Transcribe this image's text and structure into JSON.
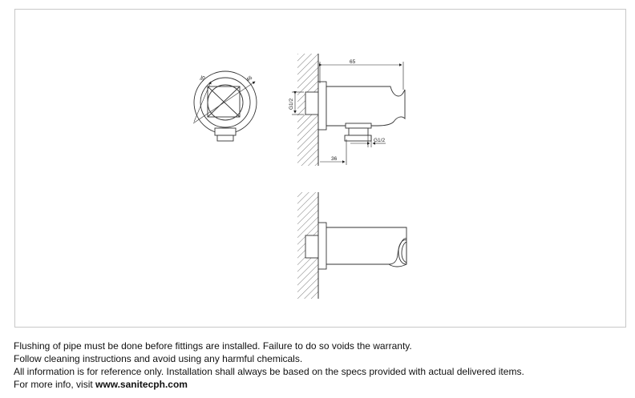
{
  "drawing": {
    "front_view": {
      "dim_inner": "35",
      "dim_outer": "46"
    },
    "side_view": {
      "dim_width": "65",
      "dim_thread_wall": "G1/2",
      "dim_thread_outlet": "G1/2",
      "dim_outlet_offset": "36"
    }
  },
  "notes": {
    "line1": "Flushing of pipe must be done before fittings are installed. Failure to do so voids the warranty.",
    "line2": "Follow cleaning instructions and avoid using any harmful chemicals.",
    "line3": "All information is for reference only. Installation shall always be based on the specs provided with actual delivered items.",
    "line4_prefix": "For more info, visit ",
    "line4_url": "www.sanitecph.com"
  }
}
